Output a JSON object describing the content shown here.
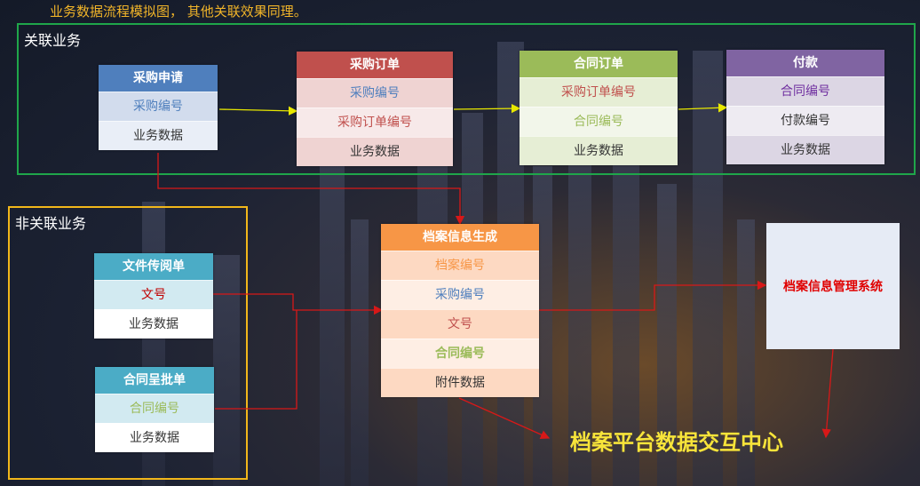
{
  "note": "业务数据流程模拟图， 其他关联效果同理。",
  "related_group": {
    "label": "关联业务"
  },
  "unrelated_group": {
    "label": "非关联业务"
  },
  "purchase_request": {
    "title": "采购申请",
    "rows": [
      "采购编号",
      "业务数据"
    ]
  },
  "purchase_order": {
    "title": "采购订单",
    "rows": [
      "采购编号",
      "采购订单编号",
      "业务数据"
    ]
  },
  "contract_order": {
    "title": "合同订单",
    "rows": [
      "采购订单编号",
      "合同编号",
      "业务数据"
    ]
  },
  "payment": {
    "title": "付款",
    "rows": [
      "合同编号",
      "付款编号",
      "业务数据"
    ]
  },
  "file_circulation": {
    "title": "文件传阅单",
    "rows": [
      "文号",
      "业务数据"
    ]
  },
  "contract_approval": {
    "title": "合同呈批单",
    "rows": [
      "合同编号",
      "业务数据"
    ]
  },
  "archive_gen": {
    "title": "档案信息生成",
    "rows": [
      "档案编号",
      "采购编号",
      "文号",
      "合同编号",
      "附件数据"
    ]
  },
  "archive_system": {
    "label": "档案信息管理系统"
  },
  "hub": {
    "label": "档案平台数据交互中心"
  },
  "colors": {
    "related_border": "#1fa64a",
    "unrelated_border": "#f2b71a",
    "blue_head": "#4f7fbd",
    "red_head": "#c0504d",
    "green_head": "#9bbb59",
    "purple_head": "#8064a2",
    "teal_head": "#4bacc6",
    "orange_head": "#f79646",
    "link_yellow": "#e8e800",
    "link_red": "#d81818"
  }
}
